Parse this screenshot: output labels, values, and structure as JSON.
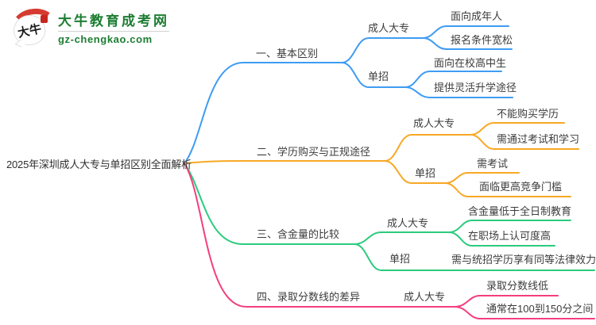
{
  "logo": {
    "icon_text": "大牛",
    "title": "大牛教育成考网",
    "subtitle": "gz-chengkao.com"
  },
  "colors": {
    "branch1_blue": "#3E9CF3",
    "branch2_orange": "#F7A824",
    "branch3_green": "#2BCB7C",
    "branch4_pink": "#F43E7F",
    "logo_green": "#1d7d33",
    "logo_seal_red": "#c5271d",
    "text": "#3c3c3c"
  },
  "mindmap": {
    "root": "2025年深圳成人大专与单招区别全面解析",
    "branches": [
      {
        "label": "一、基本区别",
        "color": "#3E9CF3",
        "children": [
          {
            "label": "成人大专",
            "children": [
              {
                "label": "面向成年人"
              },
              {
                "label": "报名条件宽松"
              }
            ]
          },
          {
            "label": "单招",
            "children": [
              {
                "label": "面向在校高中生"
              },
              {
                "label": "提供灵活升学途径"
              }
            ]
          }
        ]
      },
      {
        "label": "二、学历购买与正规途径",
        "color": "#F7A824",
        "children": [
          {
            "label": "成人大专",
            "children": [
              {
                "label": "不能购买学历"
              },
              {
                "label": "需通过考试和学习"
              }
            ]
          },
          {
            "label": "单招",
            "children": [
              {
                "label": "需考试"
              },
              {
                "label": "面临更高竞争门槛"
              }
            ]
          }
        ]
      },
      {
        "label": "三、含金量的比较",
        "color": "#2BCB7C",
        "children": [
          {
            "label": "成人大专",
            "children": [
              {
                "label": "含金量低于全日制教育"
              },
              {
                "label": "在职场上认可度高"
              }
            ]
          },
          {
            "label": "单招",
            "children": [
              {
                "label": "需与统招学历享有同等法律效力"
              }
            ]
          }
        ]
      },
      {
        "label": "四、录取分数线的差异",
        "color": "#F43E7F",
        "children": [
          {
            "label": "成人大专",
            "children": [
              {
                "label": "录取分数线低"
              },
              {
                "label": "通常在100到150分之间"
              }
            ]
          }
        ]
      }
    ]
  }
}
